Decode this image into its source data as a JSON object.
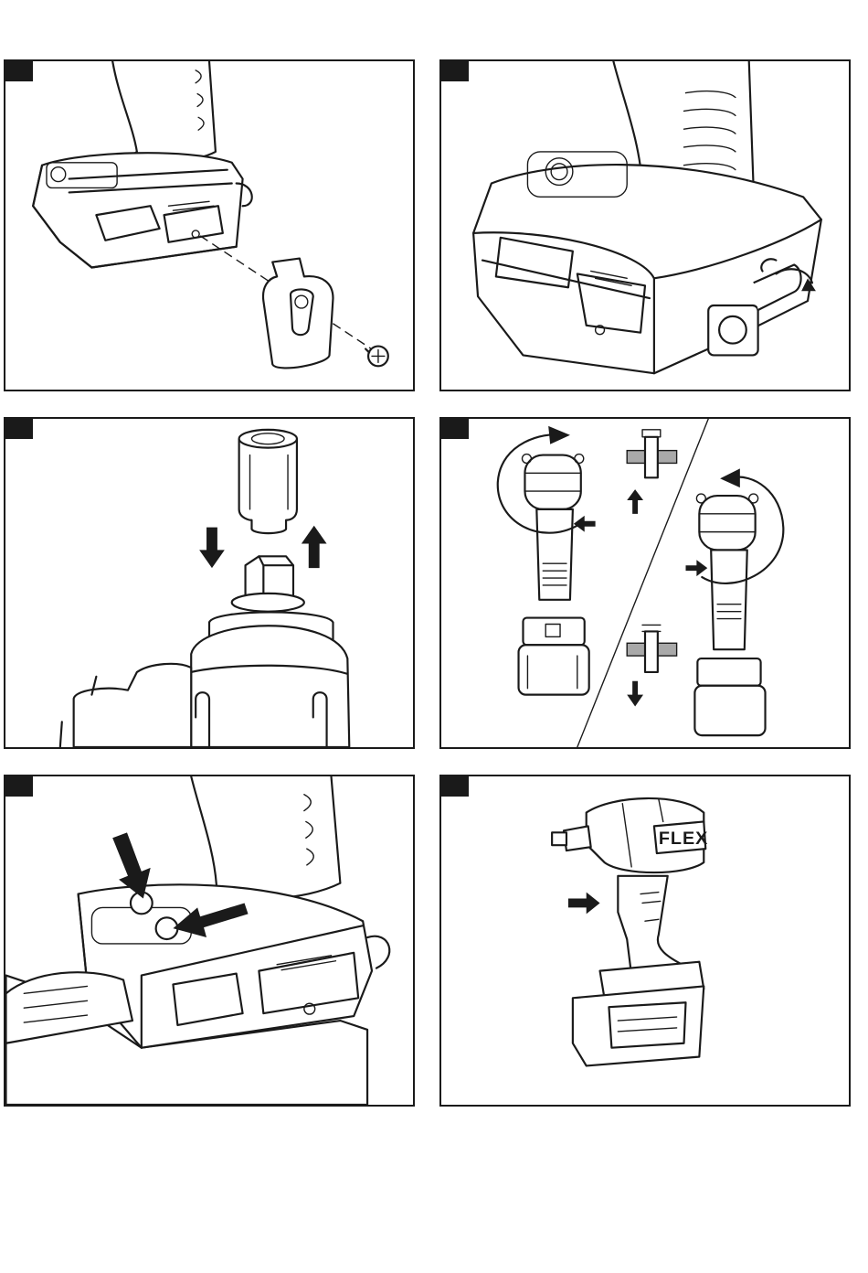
{
  "figures": [
    {
      "id": "1",
      "step_marker": "",
      "content": "belt-clip-attachment"
    },
    {
      "id": "2",
      "step_marker": "",
      "content": "hook-rotation"
    },
    {
      "id": "3",
      "step_marker": "",
      "content": "socket-mounting"
    },
    {
      "id": "4",
      "step_marker": "",
      "content": "rotation-direction"
    },
    {
      "id": "5",
      "step_marker": "",
      "content": "control-buttons"
    },
    {
      "id": "6",
      "step_marker": "",
      "content": "trigger-switch"
    }
  ],
  "brand_logo": "FLEX",
  "colors": {
    "line": "#1a1a1a",
    "background": "#ffffff",
    "shade": "#a9a9a9"
  }
}
